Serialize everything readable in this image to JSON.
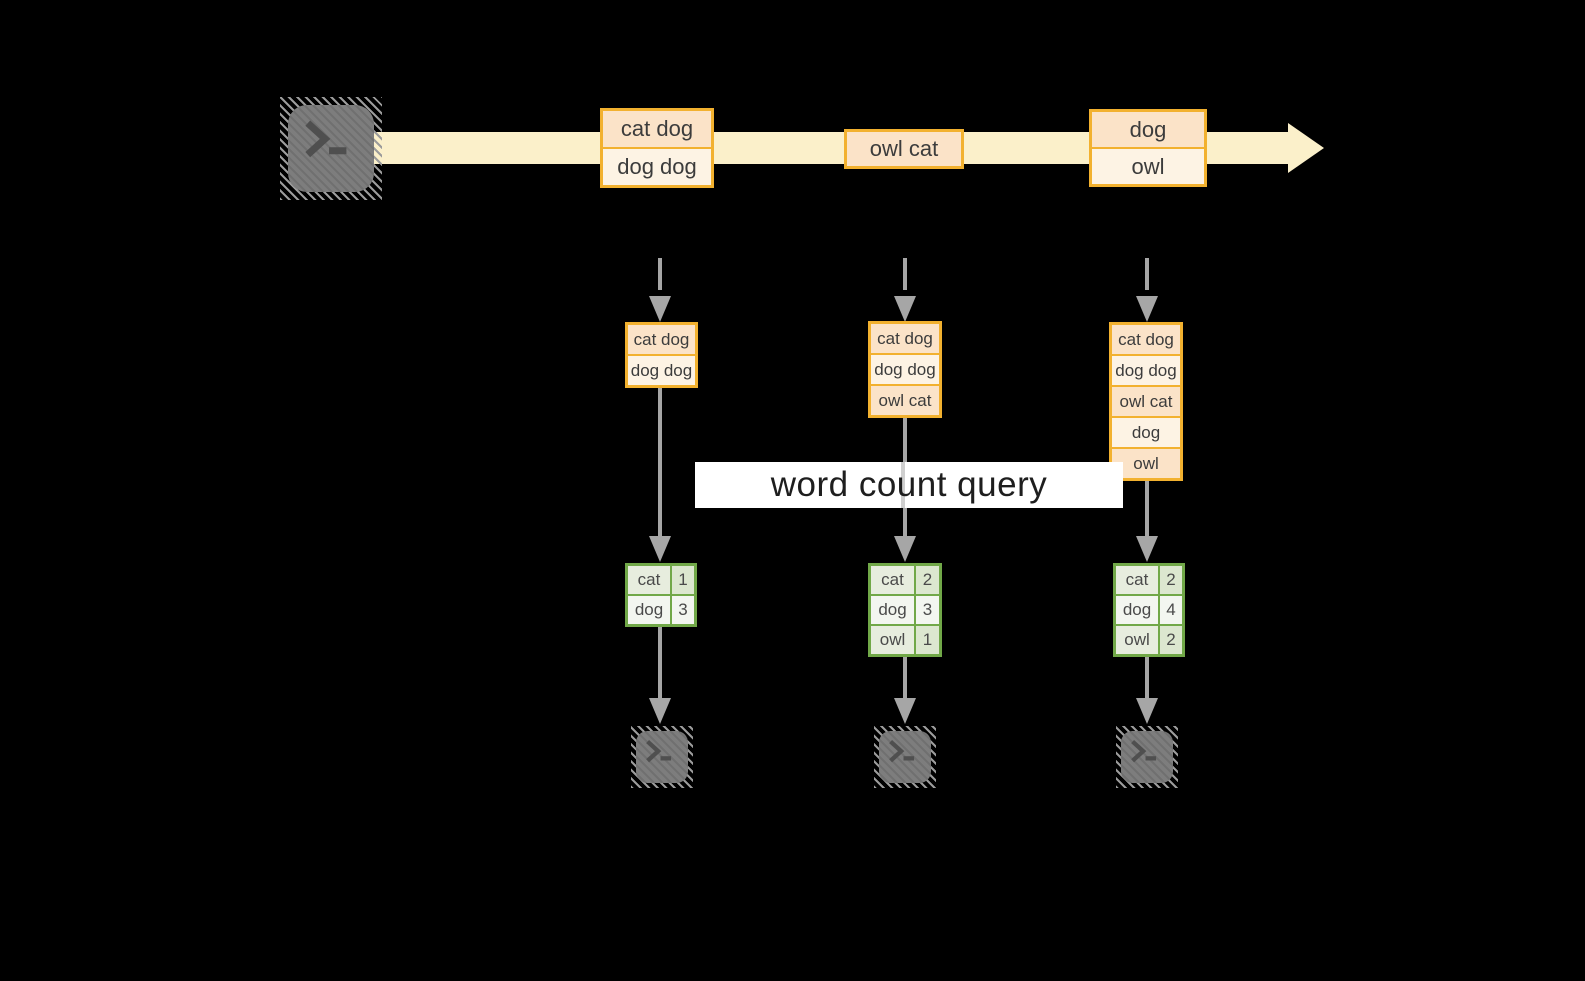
{
  "diagram": {
    "title_label": "word count query",
    "stream": {
      "source_icon": "terminal-icon",
      "batches": [
        {
          "rows": [
            "cat dog",
            "dog dog"
          ]
        },
        {
          "rows": [
            "owl cat"
          ]
        },
        {
          "rows": [
            "dog",
            "owl"
          ]
        }
      ]
    },
    "columns": [
      {
        "batch_rows": [
          "cat dog",
          "dog dog"
        ],
        "counts": [
          [
            "cat",
            "1"
          ],
          [
            "dog",
            "3"
          ]
        ],
        "sink_icon": "terminal-icon"
      },
      {
        "batch_rows": [
          "cat dog",
          "dog dog",
          "owl cat"
        ],
        "counts": [
          [
            "cat",
            "2"
          ],
          [
            "dog",
            "3"
          ],
          [
            "owl",
            "1"
          ]
        ],
        "sink_icon": "terminal-icon"
      },
      {
        "batch_rows": [
          "cat dog",
          "dog dog",
          "owl cat",
          "dog",
          "owl"
        ],
        "counts": [
          [
            "cat",
            "2"
          ],
          [
            "dog",
            "4"
          ],
          [
            "owl",
            "2"
          ]
        ],
        "sink_icon": "terminal-icon"
      }
    ],
    "colors": {
      "background": "#000000",
      "stream_band": "#FBF0CA",
      "batch_border": "#F2B12F",
      "batch_fill_dark": "#FBE3C8",
      "batch_fill_light": "#FDF3E4",
      "table_border": "#71A848",
      "table_fill_dark": "#E7EDDE",
      "table_fill_light": "#F3F6F0",
      "arrow_grey": "#A6A6A6",
      "terminal_grey": "#7D7D7D",
      "query_box": "#FFFFFF",
      "text": "#3C3C3C"
    }
  }
}
